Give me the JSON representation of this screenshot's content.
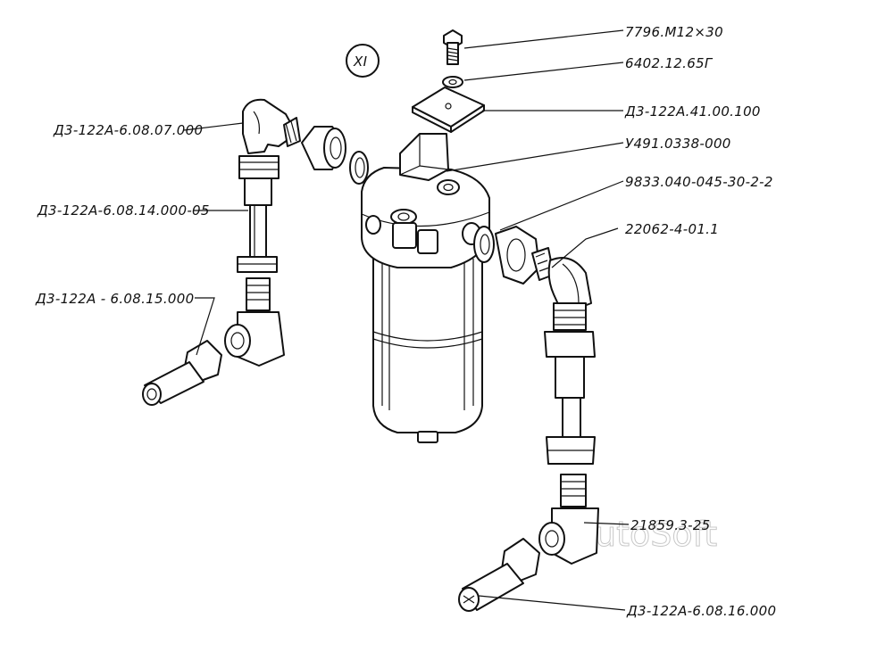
{
  "view_marker": "XI",
  "watermark": "AutoSoft",
  "labels": {
    "bolt": "7796.M12×30",
    "washer": "6402.12.65Г",
    "plate": "Д3-122А.41.00.100",
    "bracket": "У491.0338-000",
    "o_ring": "9833.040-045-30-2-2",
    "elbow_right": "22062-4-01.1",
    "elbow_left": "Д3-122А-6.08.07.000",
    "pipe_left": "Д3-122А-6.08.14.000-05",
    "fitting_left": "Д3-122А - 6.08.15.000",
    "tee_right": "21859.3-25",
    "fitting_right": "Д3-122А-6.08.16.000"
  }
}
